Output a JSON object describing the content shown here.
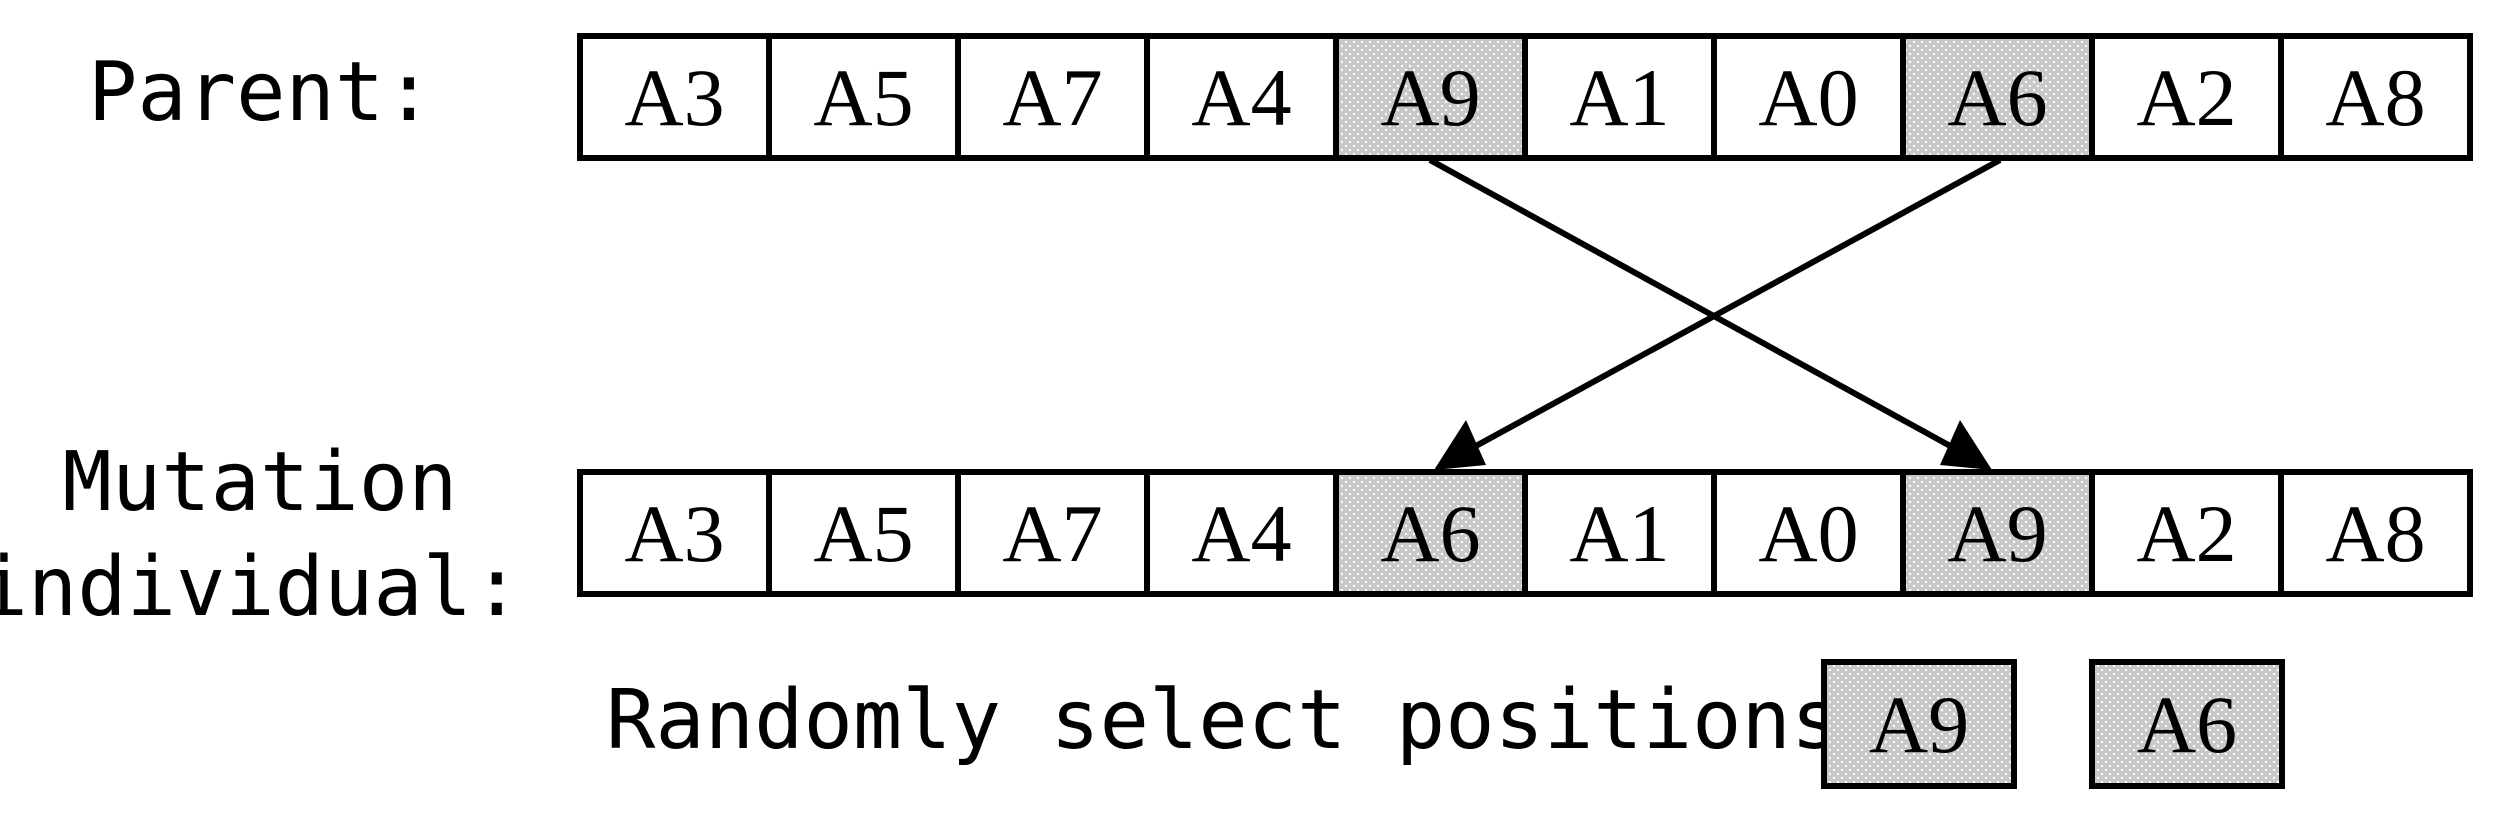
{
  "labels": {
    "parent": "Parent:",
    "mutation_line1": "Mutation",
    "mutation_line2": "individual:",
    "random_select": "Randomly select positions :"
  },
  "parent_row": [
    "A3",
    "A5",
    "A7",
    "A4",
    "A9",
    "A1",
    "A0",
    "A6",
    "A2",
    "A8"
  ],
  "mutation_row": [
    "A3",
    "A5",
    "A7",
    "A4",
    "A6",
    "A1",
    "A0",
    "A9",
    "A2",
    "A8"
  ],
  "selected_positions": [
    "A9",
    "A6"
  ],
  "highlighted_indices": [
    4,
    7
  ],
  "colors": {
    "highlight_fill": "#c8c8c8",
    "border": "#000000"
  }
}
